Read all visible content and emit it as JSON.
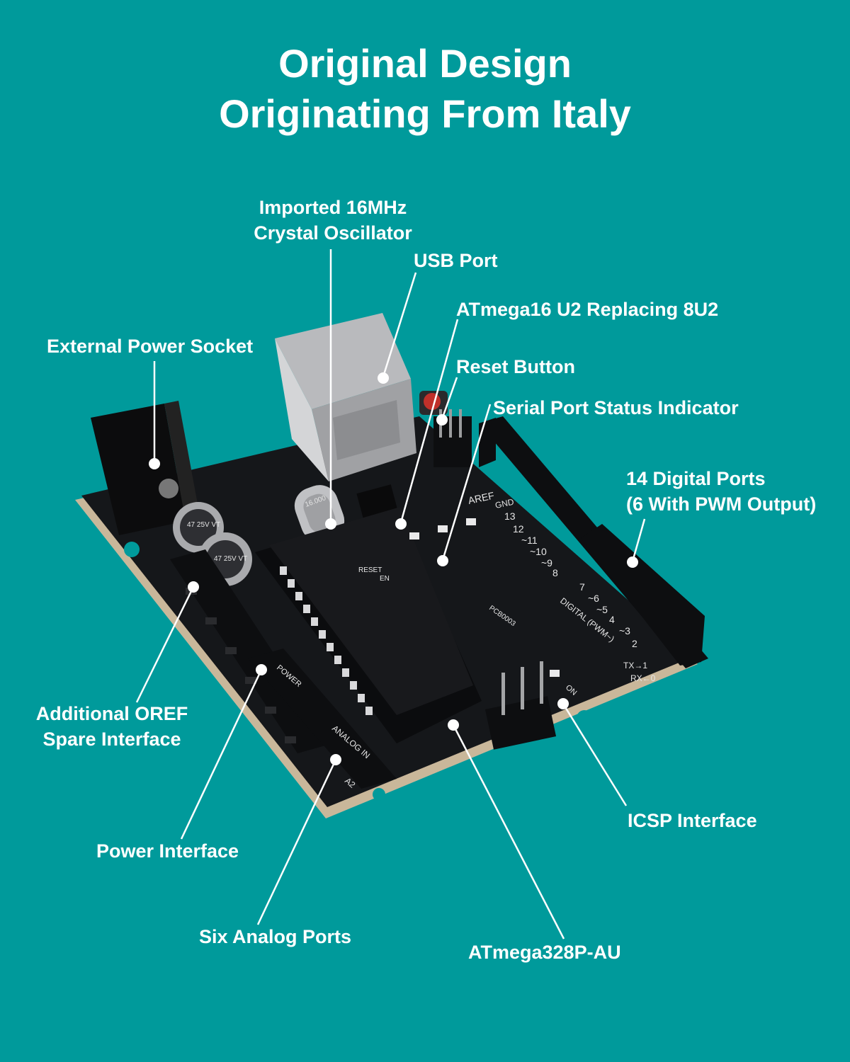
{
  "headline": {
    "line1": "Original Design",
    "line2": "Originating From Italy"
  },
  "callouts": {
    "crystal_line1": "Imported 16MHz",
    "crystal_line2": "Crystal Oscillator",
    "usb": "USB Port",
    "atmega16u2": "ATmega16 U2  Replacing 8U2",
    "power_socket": "External Power Socket",
    "reset": "Reset Button",
    "serial": "Serial Port Status Indicator",
    "digital_line1": "14 Digital Ports",
    "digital_line2": "(6 With PWM Output)",
    "oref_line1": "Additional OREF",
    "oref_line2": "Spare Interface",
    "power_interface": "Power Interface",
    "analog": "Six Analog Ports",
    "icsp": "ICSP Interface",
    "atmega328": "ATmega328P-AU"
  },
  "board_print": {
    "aref": "AREF",
    "gnd": "GND",
    "pins": [
      "13",
      "12",
      "~11",
      "~10",
      "~9",
      "8",
      "7",
      "~6",
      "~5",
      "4",
      "~3",
      "2",
      "TX→1",
      "RX←0"
    ],
    "digital": "DIGITAL (PWM~)",
    "on": "ON",
    "analog_in": "ANALOG IN",
    "a2": "A2",
    "power": "POWER",
    "reset": "RESET",
    "en": "EN",
    "pcb": "PCB0003",
    "cap1": "47 25V VT",
    "cap2": "47 25V VT",
    "crystal": "16.000"
  },
  "colors": {
    "background": "#009a9b",
    "text": "#ffffff",
    "board": "#15171a",
    "board_edge": "#c9b79a",
    "header": "#0d0e10",
    "usb_metal": "#c8c9cb",
    "reset_button": "#c0302a"
  }
}
